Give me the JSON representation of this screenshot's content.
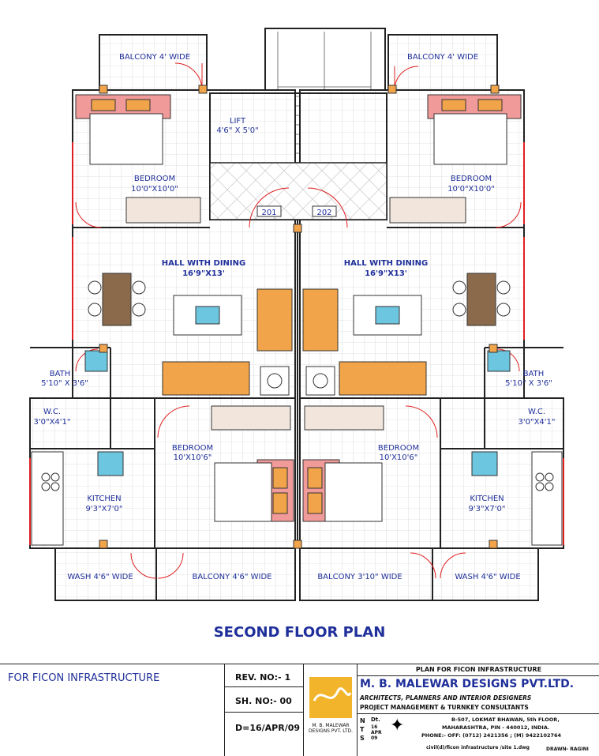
{
  "labels": {
    "balcony_top_left": "BALCONY 4' WIDE",
    "balcony_top_right": "BALCONY 4' WIDE",
    "lift": "LIFT",
    "lift_size": "4'6\" X 5'0\"",
    "bedroom": "BEDROOM",
    "bedroom_size_top": "10'0\"X10'0\"",
    "flat_201": "201",
    "flat_202": "202",
    "hall": "HALL WITH DINING",
    "hall_size": "16'9\"X13'",
    "bath": "BATH",
    "bath_size": "5'10\" X 3'6\"",
    "wc": "W.C.",
    "wc_size_left": "3'0\"X4'1\"",
    "wc_size_right": "3'0\"X4'1\"",
    "bedroom_size_mid": "10'X10'6\"",
    "kitchen": "KITCHEN",
    "kitchen_size": "9'3\"X7'0\"",
    "wash_left": "WASH 4'6\" WIDE",
    "balcony_bottom_left": "BALCONY 4'6\" WIDE",
    "balcony_bottom_right": "BALCONY 3'10\" WIDE",
    "wash_right": "WASH 4'6\" WIDE"
  },
  "floor_title": "SECOND FLOOR PLAN",
  "title_block": {
    "client": "FOR FICON INFRASTRUCTURE",
    "rev_no": "REV. NO:- 1",
    "sh_no": "SH. NO:- 00",
    "date": "D=16/APR/09",
    "plan_for": "PLAN FOR FICON INFRASTRUCTURE",
    "company": "M. B. MALEWAR DESIGNS  PVT.LTD.",
    "services_1": "ARCHITECTS, PLANNERS AND INTERIOR DESIGNERS",
    "services_2": "PROJECT MANAGEMENT & TURNKEY CONSULTANTS",
    "address_1": "B-507, LOKMAT BHAWAN, 5th FLOOR,",
    "address_2": "MAHARASHTRA, PIN - 440012, INDIA.",
    "phone": "PHONE:- OFF: (0712) 2421356 ; (M) 9422102764",
    "file": "civil(d)/ficon infrastructure /site 1.dwg",
    "drawn": "DRAWN- RAGINI",
    "logo_text": "M. B. MALEWAR DESIGNS PVT. LTD.",
    "nts": "NTS",
    "dt_label": "Dt.",
    "dt_value": "16 APR 09"
  },
  "colors": {
    "label_blue": "#1f2f9a",
    "door_red": "#e02020",
    "furniture_orange": "#f2a44a",
    "pink": "#f19a9a",
    "sky": "#6cc6e0",
    "table_brown": "#8a6a4a",
    "logo_yellow": "#f2b42a"
  }
}
